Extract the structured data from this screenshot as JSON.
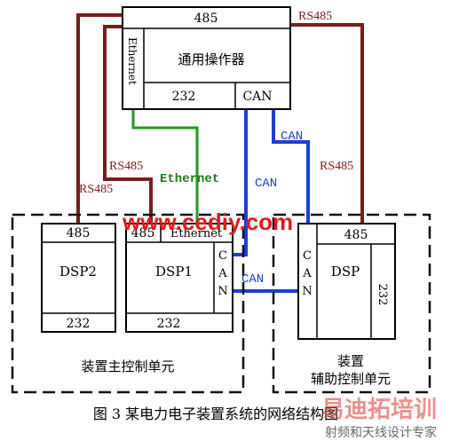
{
  "operator": {
    "label_485": "485",
    "name": "通用操作器",
    "ethernet": "Ethernet",
    "label_232": "232",
    "label_can": "CAN"
  },
  "dsp2": {
    "label_485": "485",
    "name": "DSP2",
    "label_232": "232"
  },
  "dsp1": {
    "label_485": "485",
    "ethernet": "Ethernet",
    "name": "DSP1",
    "label_232": "232",
    "can_c": "C",
    "can_a": "A",
    "can_n": "N"
  },
  "dsp": {
    "label_485": "485",
    "can_c": "C",
    "can_a": "A",
    "can_n": "N",
    "name": "DSP",
    "label_232": "232"
  },
  "links": {
    "rs485_right": "RS485",
    "rs485_left_upper": "RS485",
    "rs485_left_lower": "RS485",
    "rs485_mid_right": "RS485",
    "ethernet": "Ethernet",
    "can_upper_right": "CAN",
    "can_mid": "CAN",
    "can_lower": "CAN"
  },
  "groups": {
    "main_unit": "装置主控制单元",
    "aux_unit_line1": "装置",
    "aux_unit_line2": "辅助控制单元"
  },
  "caption": "图 3  某电力电子装置系统的网络结构图",
  "watermark": {
    "site": "www.cediy.com",
    "logo_text": "易迪拓培训",
    "logo_sub": "射频和天线设计专家"
  },
  "colors": {
    "rs485": "#7a1c1c",
    "ethernet": "#1f7a1f",
    "can": "#1f3fd0",
    "watermark": "#e31b1b"
  }
}
